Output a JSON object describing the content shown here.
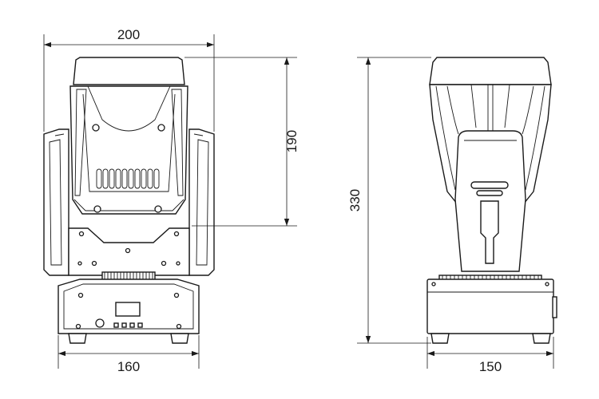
{
  "dimensions": {
    "front_width_top": "200",
    "head_height": "190",
    "base_width_front": "160",
    "total_height": "330",
    "base_width_side": "150"
  }
}
